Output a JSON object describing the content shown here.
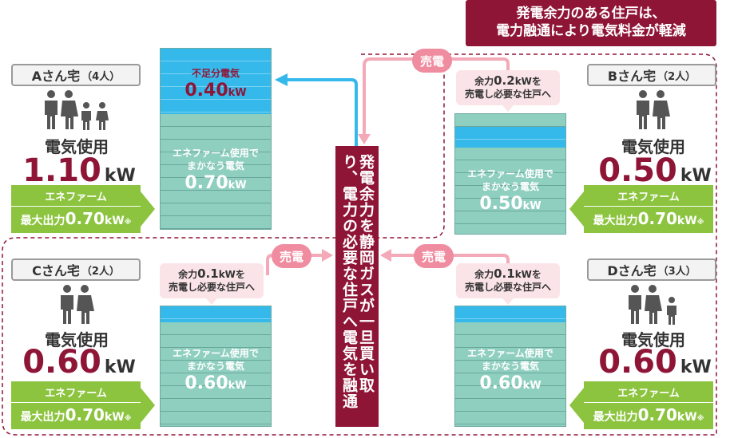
{
  "banner": {
    "line1": "発電余力のある住戸は、",
    "line2": "電力融通により電気料金が軽減"
  },
  "center": {
    "text": "発電余力を静岡ガスが一旦買い取り、電力の必要な住戸へ電気を融通"
  },
  "sell_label": "売電",
  "houses": {
    "a": {
      "name": "Aさん宅",
      "people": "（4人）",
      "usage_label": "電気使用",
      "usage_value": "1.10",
      "usage_unit": "kW",
      "ene_title": "エネファーム",
      "ene_prefix": "最大出力",
      "ene_value": "0.70",
      "ene_unit": "kW",
      "ene_mark": "※",
      "shortage_label": "不足分電気",
      "shortage_value": "0.40",
      "shortage_unit": "kW",
      "cover_line1": "エネファーム使用で",
      "cover_line2": "まかなう電気",
      "cover_value": "0.70",
      "cover_unit": "kW"
    },
    "b": {
      "name": "Bさん宅",
      "people": "（2人）",
      "usage_label": "電気使用",
      "usage_value": "0.50",
      "usage_unit": "kW",
      "ene_title": "エネファーム",
      "ene_prefix": "最大出力",
      "ene_value": "0.70",
      "ene_unit": "kW",
      "ene_mark": "※",
      "callout_prefix": "余力",
      "callout_value": "0.2",
      "callout_unit": "kWを",
      "callout_line2": "売電し必要な住戸へ",
      "cover_line1": "エネファーム使用で",
      "cover_line2": "まかなう電気",
      "cover_value": "0.50",
      "cover_unit": "kW"
    },
    "c": {
      "name": "Cさん宅",
      "people": "（2人）",
      "usage_label": "電気使用",
      "usage_value": "0.60",
      "usage_unit": "kW",
      "ene_title": "エネファーム",
      "ene_prefix": "最大出力",
      "ene_value": "0.70",
      "ene_unit": "kW",
      "ene_mark": "※",
      "callout_prefix": "余力",
      "callout_value": "0.1",
      "callout_unit": "kWを",
      "callout_line2": "売電し必要な住戸へ",
      "cover_line1": "エネファーム使用で",
      "cover_line2": "まかなう電気",
      "cover_value": "0.60",
      "cover_unit": "kW"
    },
    "d": {
      "name": "Dさん宅",
      "people": "（3人）",
      "usage_label": "電気使用",
      "usage_value": "0.60",
      "usage_unit": "kW",
      "ene_title": "エネファーム",
      "ene_prefix": "最大出力",
      "ene_value": "0.70",
      "ene_unit": "kW",
      "ene_mark": "※",
      "callout_prefix": "余力",
      "callout_value": "0.1",
      "callout_unit": "kWを",
      "callout_line2": "売電し必要な住戸へ",
      "cover_line1": "エネファーム使用で",
      "cover_line2": "まかなう電気",
      "cover_value": "0.60",
      "cover_unit": "kW"
    }
  },
  "icons": [
    "person-icon"
  ],
  "colors": {
    "accent": "#8f1537",
    "green": "#8cc43f",
    "blue": "#35b9ea",
    "teal": "#8fcfc0",
    "pink": "#f08ca0",
    "callout": "#fbe4e8"
  }
}
